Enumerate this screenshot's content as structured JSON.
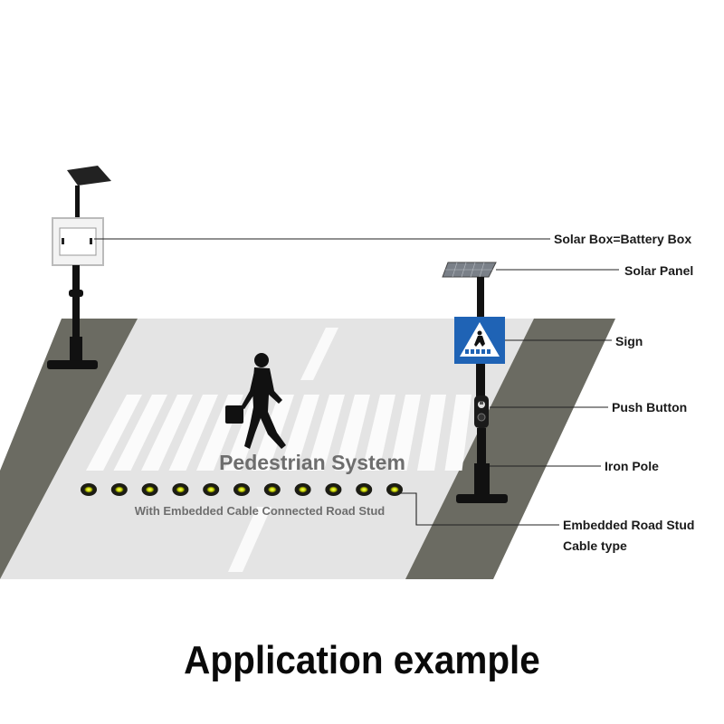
{
  "diagram": {
    "overlay_title": "Pedestrian System",
    "overlay_subtitle": "With Embedded Cable Connected Road Stud",
    "callouts": [
      {
        "id": "solar_box",
        "lines": [
          "Solar Box=Battery Box"
        ]
      },
      {
        "id": "solar_panel",
        "lines": [
          "Solar Panel"
        ]
      },
      {
        "id": "sign",
        "lines": [
          "Sign"
        ]
      },
      {
        "id": "push_button",
        "lines": [
          "Push Button"
        ]
      },
      {
        "id": "iron_pole",
        "lines": [
          "Iron Pole"
        ]
      },
      {
        "id": "road_stud",
        "lines": [
          "Embedded Road Stud",
          "Cable type"
        ]
      }
    ],
    "colors": {
      "road": "#e6e6e6",
      "curb": "#6b6b62",
      "crosswalk": "#f8f8f8",
      "sign_blue": "#1f63b5",
      "stud_glow": "#d8e000",
      "pole": "#111111"
    },
    "road_stud_count": 11
  },
  "caption": "Application example"
}
